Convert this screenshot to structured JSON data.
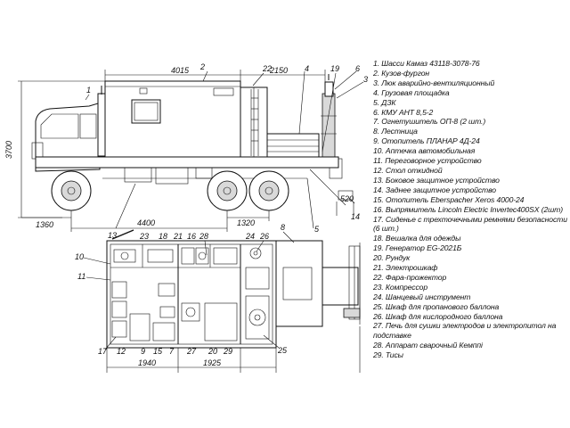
{
  "legend": [
    "1. Шасси Камаз 43118-3078-76",
    "2. Кузов-фургон",
    "3. Люк аварийно-вентиляционный",
    "4. Грузовая площадка",
    "5. ДЗК",
    "6. КМУ АНТ 8,5-2",
    "7. Огнетушитель ОП-8 (2 шт.)",
    "8. Лестница",
    "9. Отопитель ПЛАНАР 4Д-24",
    "10. Аптечка автомобильная",
    "11. Переговорное устройство",
    "12. Стол откидной",
    "13. Боковое защитное устройство",
    "14. Заднее защитное устройство",
    "15. Отопитель Eberspacher Xeros 4000-24",
    "16. Выпрямитель Lincoln Electric Invertec400SX (2шт)",
    "17. Сиденье с трехточечными ремнями безопасности (6 шт.)",
    "18. Вешалка для одежды",
    "19. Генератор EG-2021Б",
    "20. Рундук",
    "21. Электрошкаф",
    "22. Фара-прожектор",
    "23. Компрессор",
    "24. Шанцевый инструмент",
    "25. Шкаф для пропанового баллона",
    "26. Шкаф для кислородного баллона",
    "27. Печь для сушки электродов и электропитол на подставке",
    "28. Аппарат сварочный Кемппі",
    "29. Тисы"
  ],
  "dimensions": {
    "body_length": "4015",
    "rear_platform": "2150",
    "overall_height": "3700",
    "front_overhang": "1360",
    "wheelbase": "4400",
    "rear_axles": "1320",
    "rear_overhang": "520",
    "plan_left": "1940",
    "plan_right": "1925"
  },
  "callouts_side": [
    "1",
    "2",
    "22",
    "4",
    "19",
    "6",
    "3",
    "13",
    "5",
    "14"
  ],
  "callouts_plan": [
    "10",
    "11",
    "23",
    "18",
    "21",
    "16",
    "28",
    "24",
    "26",
    "8",
    "17",
    "12",
    "9",
    "15",
    "7",
    "27",
    "20",
    "29",
    "25"
  ]
}
